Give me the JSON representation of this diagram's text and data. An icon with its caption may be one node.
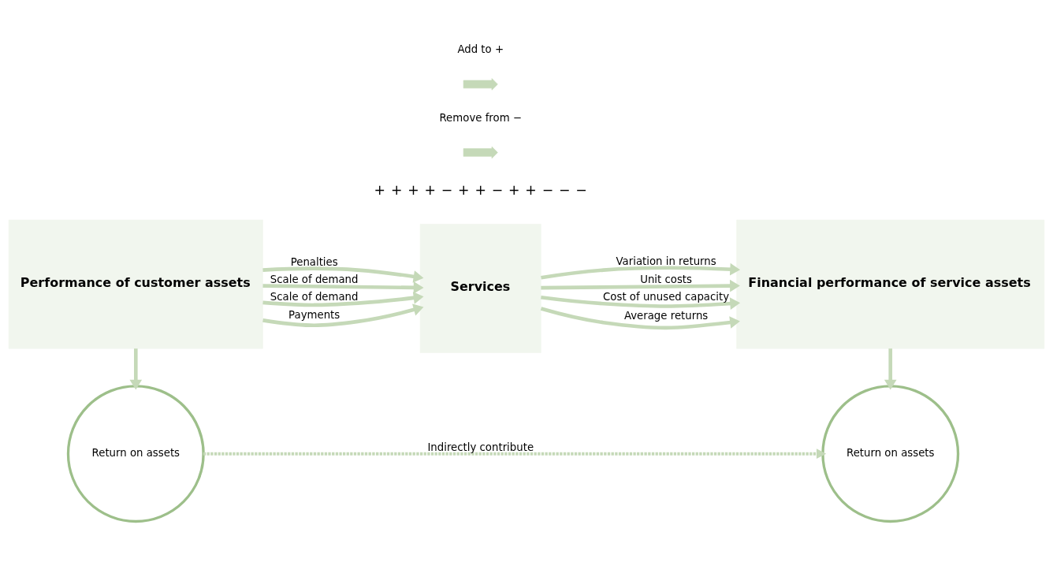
{
  "diagram": {
    "nodes": [
      {
        "text": [
          "Return on assets"
        ]
      },
      {
        "text": [
          "Return on assets"
        ]
      },
      {
        "text": [
          "Performance of customer assets"
        ]
      },
      {
        "text": [
          "Services"
        ]
      },
      {
        "text": [
          "Financial performance of service assets"
        ]
      }
    ],
    "edges": [
      {
        "from": 0,
        "to": 1,
        "arrow": "to",
        "label": "Indirectly contribute",
        "style": "dashed"
      },
      {
        "from": 2,
        "to": 0,
        "arrow": "to"
      },
      {
        "from": 4,
        "to": 1,
        "arrow": "to"
      },
      {
        "from": 2,
        "to": 3,
        "arrow": "to",
        "label": "Scale of demand"
      },
      {
        "from": 2,
        "to": 3,
        "arrow": "to",
        "label": "Scale of demand"
      },
      {
        "from": 2,
        "to": 3,
        "arrow": "to",
        "label": "Payments"
      },
      {
        "from": 2,
        "to": 3,
        "arrow": "to",
        "label": "Penalties"
      },
      {
        "from": 3,
        "to": 4,
        "arrow": "to",
        "label": "Unit costs"
      },
      {
        "from": 3,
        "to": 4,
        "arrow": "to",
        "label": "Cost of unused capacity"
      },
      {
        "from": 3,
        "to": 4,
        "arrow": "to",
        "label": "Average returns"
      },
      {
        "from": 3,
        "to": 4,
        "arrow": "to",
        "label": "Variation in returns"
      }
    ],
    "labels": [
      "+",
      "+",
      "+",
      "+",
      "−",
      "+",
      "+",
      "−",
      "+",
      "+",
      "−",
      "−",
      "−"
    ],
    "legend": [
      {
        "text": "Add to +"
      },
      {
        "text": "Remove from −"
      }
    ]
  }
}
